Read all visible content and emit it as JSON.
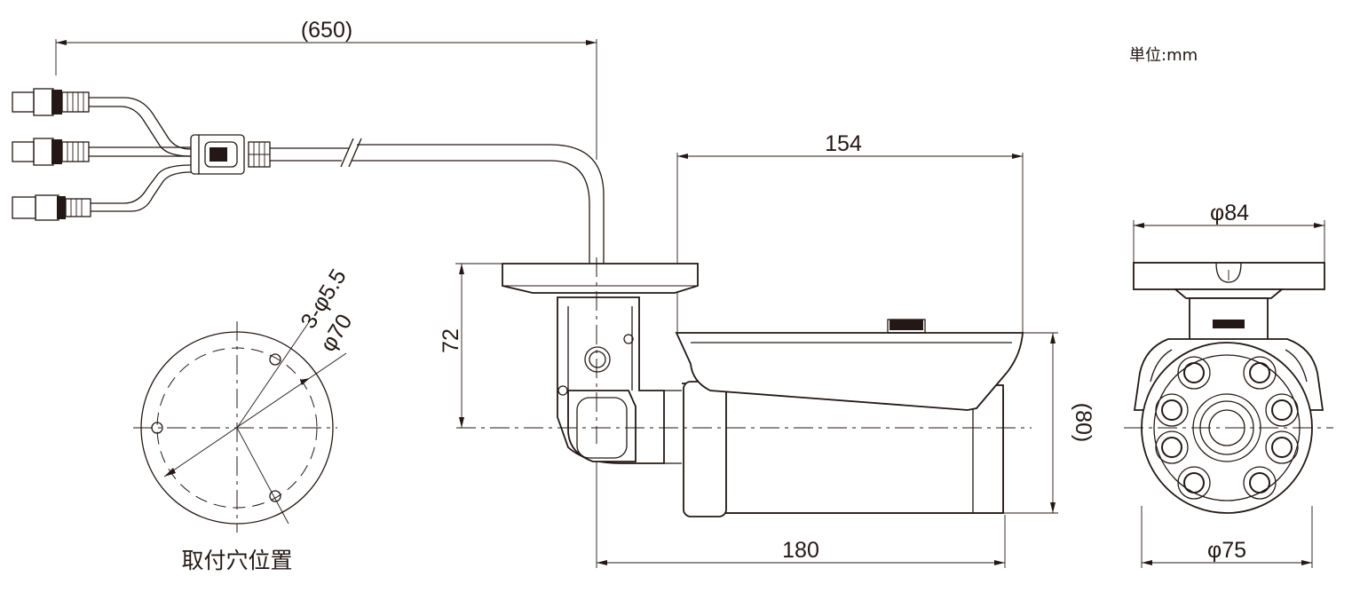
{
  "unit_label": "単位:mm",
  "dimensions": {
    "cable_length": "(650)",
    "body_length": "154",
    "total_length": "180",
    "bracket_height": "72",
    "body_height": "(80)",
    "base_diameter": "φ84",
    "front_diameter": "φ75",
    "mount_holes": "3-φ5.5",
    "mount_pcd": "φ70"
  },
  "captions": {
    "mount_hole_position": "取付穴位置"
  }
}
